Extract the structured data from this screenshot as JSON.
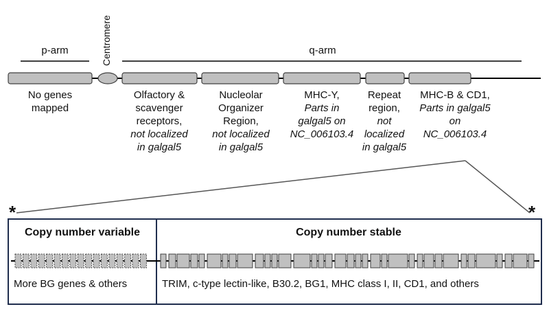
{
  "arms": {
    "p_arm": "p-arm",
    "centromere": "Centromere",
    "q_arm": "q-arm"
  },
  "regions": [
    {
      "lines": [
        {
          "t": "No genes",
          "i": false
        },
        {
          "t": "mapped",
          "i": false
        }
      ]
    },
    {
      "lines": [
        {
          "t": "Olfactory &",
          "i": false
        },
        {
          "t": "scavenger",
          "i": false
        },
        {
          "t": "receptors,",
          "i": false
        },
        {
          "t": "not localized",
          "i": true
        },
        {
          "t": "in galgal5",
          "i": true
        }
      ]
    },
    {
      "lines": [
        {
          "t": "Nucleolar",
          "i": false
        },
        {
          "t": "Organizer",
          "i": false
        },
        {
          "t": "Region,",
          "i": false
        },
        {
          "t": "not localized",
          "i": true
        },
        {
          "t": "in galgal5",
          "i": true
        }
      ]
    },
    {
      "lines": [
        {
          "t": "MHC-Y,",
          "i": false
        },
        {
          "t": "Parts in",
          "i": true
        },
        {
          "t": "galgal5 on",
          "i": true
        },
        {
          "t": "NC_006103.4",
          "i": true
        }
      ]
    },
    {
      "lines": [
        {
          "t": "Repeat",
          "i": false
        },
        {
          "t": "region,",
          "i": false
        },
        {
          "t": "not",
          "i": true
        },
        {
          "t": "localized",
          "i": true
        },
        {
          "t": "in galgal5",
          "i": true
        }
      ]
    },
    {
      "lines": [
        {
          "t": "MHC-B & CD1,",
          "i": false
        },
        {
          "t": "Parts in galgal5",
          "i": true
        },
        {
          "t": "on",
          "i": true
        },
        {
          "t": "NC_006103.4",
          "i": true
        }
      ]
    }
  ],
  "inset": {
    "left_title": "Copy number variable",
    "right_title": "Copy number stable",
    "left_caption": "More BG genes & others",
    "right_caption": "TRIM, c-type lectin-like,  B30.2, BG1, MHC class I, II, CD1, and others",
    "star": "*"
  },
  "colors": {
    "segment_fill": "#c0c0c0",
    "segment_stroke": "#404040",
    "frame": "#1f2d4d",
    "line": "#000000",
    "connector": "#555555"
  }
}
